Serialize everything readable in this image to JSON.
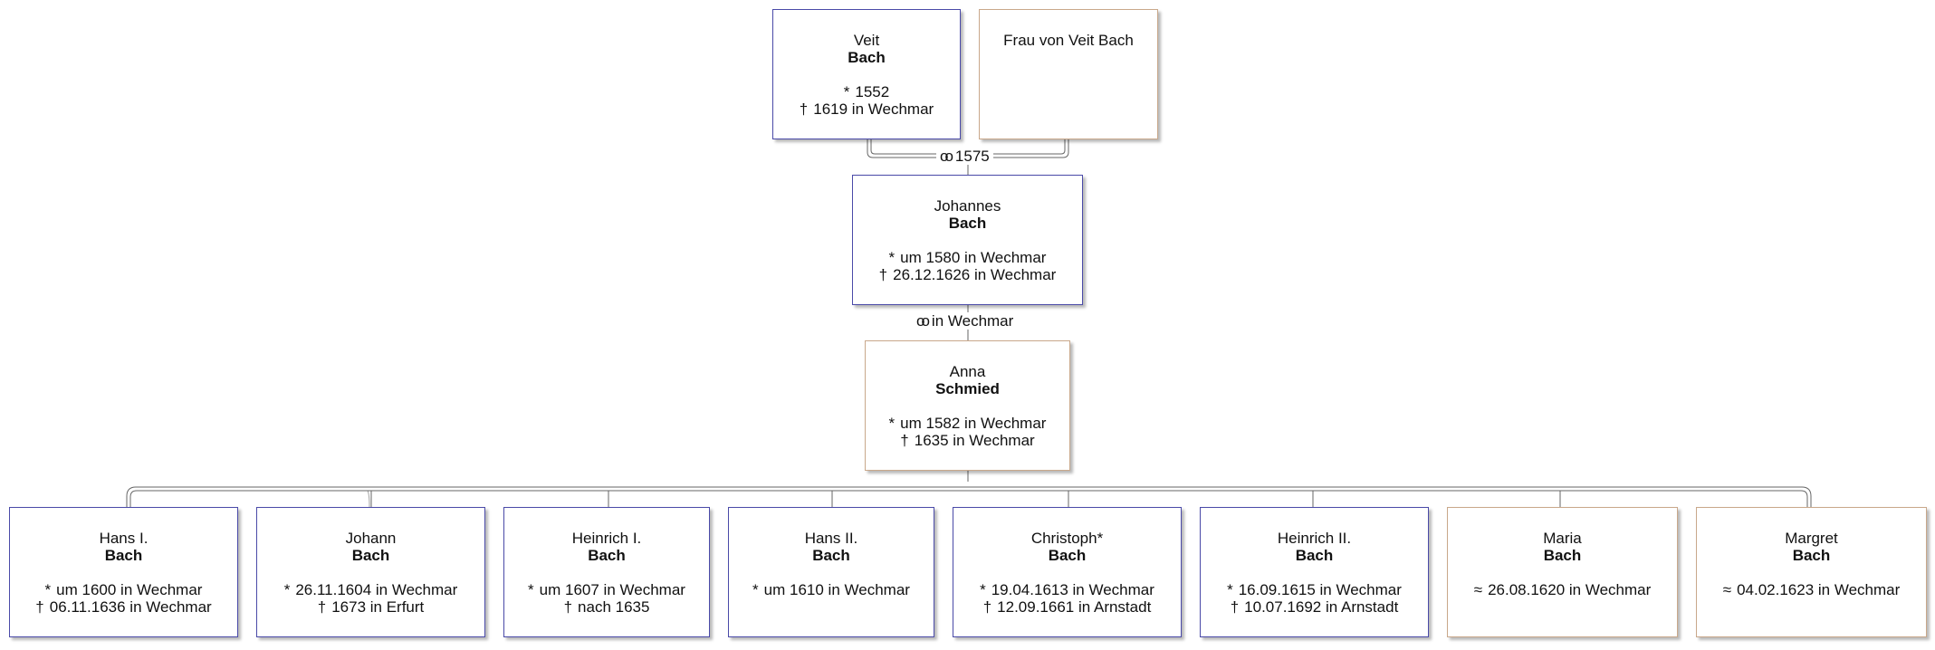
{
  "symbols": {
    "birth": "*",
    "death": "†",
    "baptism": "≈",
    "marriage": "oo"
  },
  "persons": {
    "veit": {
      "given": "Veit",
      "surname": "Bach",
      "birth": "1552",
      "death": "1619 in Wechmar"
    },
    "frau": {
      "given": "Frau von Veit Bach"
    },
    "johannes": {
      "given": "Johannes",
      "surname": "Bach",
      "birth": "um 1580 in Wechmar",
      "death": "26.12.1626 in Wechmar"
    },
    "anna": {
      "given": "Anna",
      "surname": "Schmied",
      "birth": "um 1582 in Wechmar",
      "death": "1635 in Wechmar"
    },
    "hans1": {
      "given": "Hans I.",
      "surname": "Bach",
      "birth": "um 1600 in Wechmar",
      "death": "06.11.1636 in Wechmar"
    },
    "johann": {
      "given": "Johann",
      "surname": "Bach",
      "birth": "26.11.1604 in Wechmar",
      "death": "1673 in Erfurt"
    },
    "heinrich1": {
      "given": "Heinrich I.",
      "surname": "Bach",
      "birth": "um 1607 in Wechmar",
      "death": "nach 1635"
    },
    "hans2": {
      "given": "Hans II.",
      "surname": "Bach",
      "birth": "um 1610 in Wechmar"
    },
    "christoph": {
      "given": "Christoph*",
      "surname": "Bach",
      "birth": "19.04.1613 in Wechmar",
      "death": "12.09.1661 in Arnstadt"
    },
    "heinrich2": {
      "given": "Heinrich II.",
      "surname": "Bach",
      "birth": "16.09.1615 in Wechmar",
      "death": "10.07.1692 in Arnstadt"
    },
    "maria": {
      "given": "Maria",
      "surname": "Bach",
      "baptism": "26.08.1620 in Wechmar"
    },
    "margret": {
      "given": "Margret",
      "surname": "Bach",
      "baptism": "04.02.1623 in Wechmar"
    }
  },
  "marriages": {
    "veit_frau": "1575",
    "johannes_anna": "in Wechmar"
  },
  "colors": {
    "male_border": "#4a4aa8",
    "female_border": "#c9a88b",
    "line": "#555555"
  }
}
